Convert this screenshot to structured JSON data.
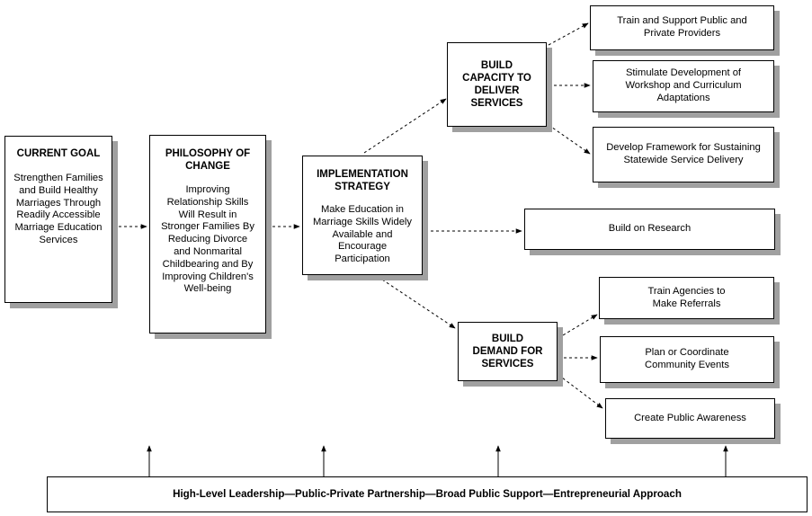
{
  "current_goal": {
    "title": "CURRENT GOAL",
    "body": "Strengthen Families and Build Healthy Marriages Through Readily Accessible Marriage Education Services"
  },
  "philosophy": {
    "title": "PHILOSOPHY OF CHANGE",
    "body": "Improving Relationship Skills Will Result in Stronger Families By Reducing Divorce and Nonmarital Childbearing and By Improving Children's Well-being"
  },
  "implementation": {
    "title": "IMPLEMENTATION STRATEGY",
    "body": "Make Education in Marriage Skills Widely Available and Encourage Participation"
  },
  "build_capacity": {
    "title": "BUILD CAPACITY TO DELIVER SERVICES"
  },
  "build_demand": {
    "title": "BUILD DEMAND FOR SERVICES"
  },
  "capacity_items": [
    "Train and Support Public and Private Providers",
    "Stimulate Development of Workshop and Curriculum Adaptations",
    "Develop Framework for Sustaining Statewide Service Delivery"
  ],
  "research": "Build on Research",
  "demand_items": [
    "Train Agencies to Make Referrals",
    "Plan or Coordinate Community Events",
    "Create Public Awareness"
  ],
  "foundation": "High-Level Leadership—Public-Private Partnership—Broad Public Support—Entrepreneurial Approach"
}
